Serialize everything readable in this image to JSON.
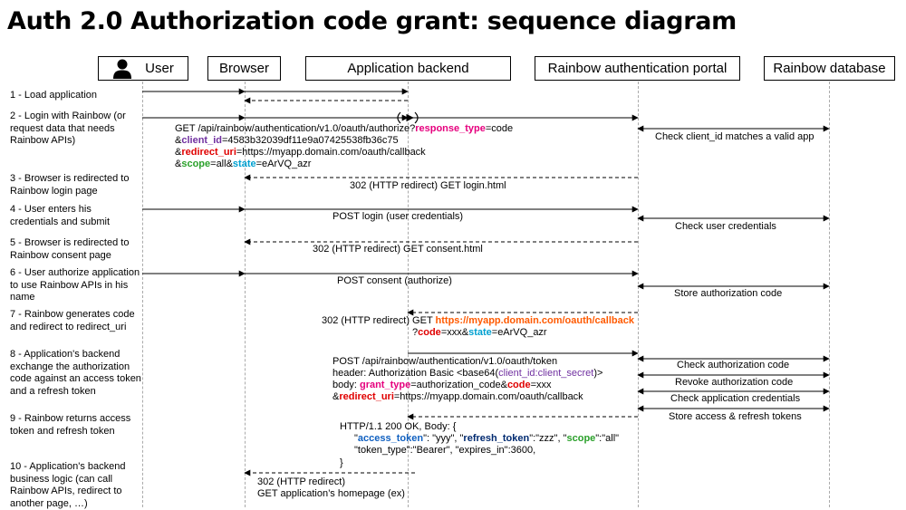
{
  "title": "Auth 2.0 Authorization code grant: sequence diagram",
  "actors": {
    "user": "User",
    "browser": "Browser",
    "backend": "Application backend",
    "portal": "Rainbow authentication portal",
    "database": "Rainbow database"
  },
  "steps": [
    "1 - Load application",
    "2 - Login with Rainbow (or request data that needs Rainbow APIs)",
    "3 - Browser is redirected to Rainbow login page",
    "4 - User enters his credentials and submit",
    "5 - Browser is redirected to Rainbow consent page",
    "6 - User authorize application to use Rainbow APIs in his name",
    "7 - Rainbow generates code and redirect to redirect_uri",
    "8 - Application's backend exchange the authorization code against an access token and a refresh token",
    "9 - Rainbow returns access token and refresh token",
    "10 - Application's backend business logic (can call Rainbow APIs, redirect to another page, …)"
  ],
  "colors": {
    "magenta": "#e6007e",
    "purple": "#7030a0",
    "red": "#e00000",
    "green": "#2aa02a",
    "cyan": "#00a0d0",
    "orange": "#ff5a00",
    "blue": "#1060c0",
    "navy": "#002a70"
  },
  "msg2": {
    "get": "GET /api/rainbow/authentication/v1.0/oauth/authorize?",
    "response_type_key": "response_type",
    "response_type_val": "=code",
    "amp1": "&",
    "client_id_key": "client_id",
    "client_id_val": "=4583b32039df11e9a07425538fb36c75",
    "amp2": "&",
    "redirect_uri_key": "redirect_uri",
    "redirect_uri_val": "=https://myapp.domain.com/oauth/callback",
    "amp3": "&",
    "scope_key": "scope",
    "scope_val": "=all&",
    "state_key": "state",
    "state_val": "=eArVQ_azr",
    "note": "Check client_id matches a valid app"
  },
  "msg3": "302 (HTTP redirect) GET login.html",
  "msg4": {
    "post": "POST login (user credentials)",
    "note": "Check user credentials"
  },
  "msg5": "302 (HTTP redirect) GET consent.html",
  "msg6": {
    "post": "POST consent (authorize)",
    "note": "Store authorization code"
  },
  "msg7": {
    "prefix": "302 (HTTP redirect) GET ",
    "url": "https://myapp.domain.com/oauth/callback",
    "q": "?",
    "code_key": "code",
    "code_val": "=xxx&",
    "state_key": "state",
    "state_val": "=eArVQ_azr"
  },
  "msg8": {
    "line1": "POST /api/rainbow/authentication/v1.0/oauth/token",
    "line2_a": "header: Authorization Basic <base64(",
    "line2_b": "client_id:client_secret",
    "line2_c": ")>",
    "line3_a": "body: ",
    "line3_b": "grant_type",
    "line3_c": "=authorization_code&",
    "line3_d": "code",
    "line3_e": "=xxx",
    "line4_a": "&",
    "line4_b": "redirect_uri",
    "line4_c": "=https://myapp.domain.com/oauth/callback",
    "notes": [
      "Check authorization code",
      "Revoke authorization code",
      "Check application credentials",
      "Store access & refresh tokens"
    ]
  },
  "msg9": {
    "line1": "HTTP/1.1 200 OK, Body: {",
    "q1": "\"",
    "access_token": "access_token",
    "sep1": "\": \"yyy\", \"",
    "refresh_token": "refresh_token",
    "sep2": "\":\"zzz\", \"",
    "scope": "scope",
    "sep3": "\":\"all\"",
    "line3": "\"token_type\":\"Bearer\", \"expires_in\":3600,",
    "line4": "}"
  },
  "msg10": {
    "line1": "302 (HTTP redirect)",
    "line2": "GET application’s homepage (ex)"
  }
}
